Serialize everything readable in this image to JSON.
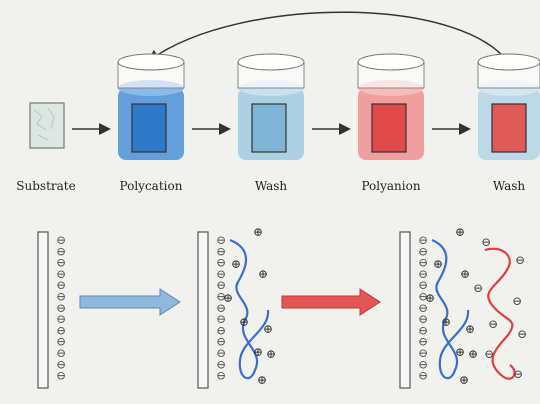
{
  "process": {
    "steps": [
      {
        "id": "substrate",
        "label": "Substrate",
        "type": "substrate"
      },
      {
        "id": "polycation",
        "label": "Polycation",
        "type": "beaker",
        "liquid": "#5b9bd9",
        "slide": "#2f79c9"
      },
      {
        "id": "wash1",
        "label": "Wash",
        "type": "beaker",
        "liquid": "#a9cde2",
        "slide": "#7fb6d8"
      },
      {
        "id": "polyanion",
        "label": "Polyanion",
        "type": "beaker",
        "liquid": "#ef9a9a",
        "slide": "#e24a4a"
      },
      {
        "id": "wash2",
        "label": "Wash",
        "type": "beaker",
        "liquid": "#b9d6e6",
        "slide": "#e05a5a"
      }
    ],
    "cycle_return": "wash2-to-polycation"
  },
  "layers": {
    "stage1": {
      "surface_charge": "⊖",
      "charges": 13
    },
    "stage2": {
      "added_polymer": "polycation",
      "polymer_charge": "⊕",
      "color": "#3a6fd2"
    },
    "stage3": {
      "added_polymer": "polyanion",
      "polymer_charge": "⊖",
      "color": "#dc4040"
    }
  },
  "arrows": {
    "first": {
      "color": "#8fb8df"
    },
    "second": {
      "color": "#e45555"
    }
  },
  "palette": {
    "substrate_fill": "#dce6e2",
    "slide_border": "#666666",
    "minus": "#555555",
    "plus": "#333333"
  }
}
